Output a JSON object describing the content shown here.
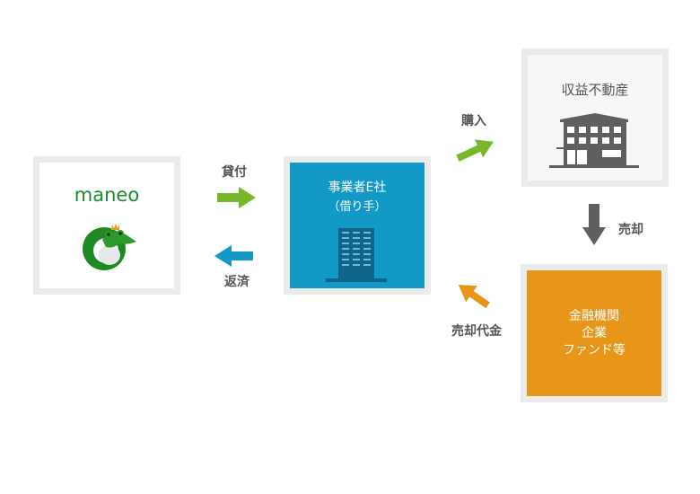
{
  "lender": {
    "name": "maneo"
  },
  "borrower": {
    "title": "事業者E社",
    "subtitle": "（借り手）"
  },
  "property": {
    "title": "収益不動産"
  },
  "buyers": {
    "lines": [
      "金融機関",
      "企業",
      "ファンド等"
    ]
  },
  "flows": {
    "loan": "貸付",
    "repay": "返済",
    "purchase": "購入",
    "sale": "売却",
    "sale_proceeds": "売却代金"
  },
  "colors": {
    "green": "#76b82a",
    "blue": "#1399c6",
    "orange": "#e8961a",
    "gray": "#5f5f5f",
    "maneo_green": "#1a8a2e"
  }
}
